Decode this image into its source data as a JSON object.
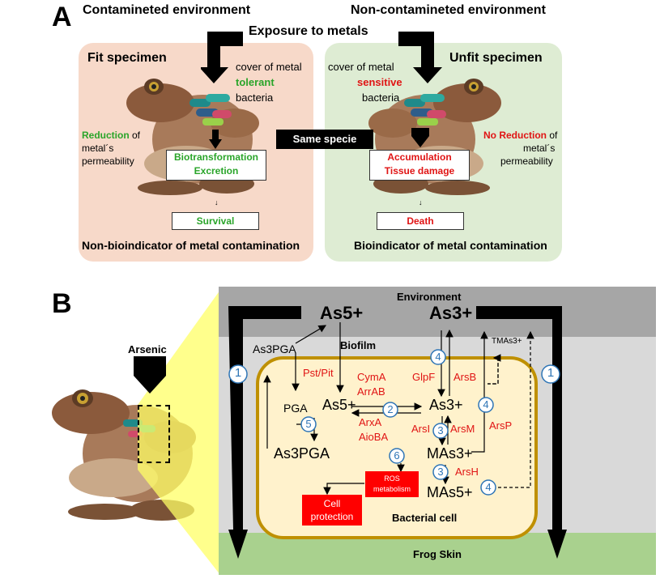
{
  "panelA": {
    "letter": "A",
    "left_env": "Contamineted environment",
    "right_env": "Non-contamineted environment",
    "exposure": "Exposure to metals",
    "fit_title": "Fit specimen",
    "unfit_title": "Unfit specimen",
    "fit_cover_1": "cover of metal",
    "fit_cover_keyword": "tolerant",
    "fit_cover_3": "bacteria",
    "unfit_cover_1": "cover of metal",
    "unfit_cover_keyword": "sensitive",
    "unfit_cover_3": "bacteria",
    "fit_reduction_keyword": "Reduction",
    "fit_reduction_rest": " of",
    "fit_reduction_line2": "metal´s",
    "fit_reduction_line3": "permeability",
    "unfit_reduction_keyword": "No Reduction",
    "unfit_reduction_rest": " of",
    "unfit_reduction_line2": "metal´s",
    "unfit_reduction_line3": "permeability",
    "same_specie": "Same specie",
    "fit_process_1": "Biotransformation",
    "fit_process_2": "Excretion",
    "unfit_process_1": "Accumulation",
    "unfit_process_2": "Tissue damage",
    "fit_outcome": "Survival",
    "unfit_outcome": "Death",
    "fit_role": "Non-bioindicator of metal contamination",
    "unfit_role": "Bioindicator of metal contamination"
  },
  "panelB": {
    "letter": "B",
    "arsenic": "Arsenic",
    "environment": "Environment",
    "biofilm": "Biofilm",
    "frog_skin": "Frog Skin",
    "bacterial_cell": "Bacterial cell",
    "as5_env": "As5+",
    "as3_env": "As3+",
    "as3pga_out": "As3PGA",
    "tmas": "TMAs3+",
    "pst_pit": "Pst/Pit",
    "cyma": "CymA",
    "arrab": "ArrAB",
    "glpf": "GlpF",
    "arsb": "ArsB",
    "pga": "PGA",
    "as5_in": "As5+",
    "as3_in": "As3+",
    "arxa": "ArxA",
    "aioba": "AioBA",
    "arsi": "ArsI",
    "arsm": "ArsM",
    "arsp": "ArsP",
    "as3pga_in": "As3PGA",
    "mas3": "MAs3+",
    "arsh": "ArsH",
    "mas5": "MAs5+",
    "ros_1": "ROS",
    "ros_2": "metabolism",
    "cell_1": "Cell",
    "cell_2": "protection",
    "n1": "1",
    "n2": "2",
    "n3": "3",
    "n4": "4",
    "n5": "5",
    "n6": "6"
  },
  "colors": {
    "fit_bg": "#f7d9c9",
    "unfit_bg": "#deecd3",
    "green_text": "#2aa52a",
    "red_text": "#e01414",
    "env_gray": "#a6a6a6",
    "biofilm_gray": "#d9d9d9",
    "frog_skin_green": "#a9d18e",
    "cell_fill": "#fff2cc",
    "cell_border": "#bf9000",
    "circle_blue": "#2e75b6",
    "highlight_yellow": "#ffff66"
  },
  "icons": [
    "frog-illustration",
    "bacteria-icon",
    "black-bent-arrow",
    "black-down-arrow"
  ]
}
